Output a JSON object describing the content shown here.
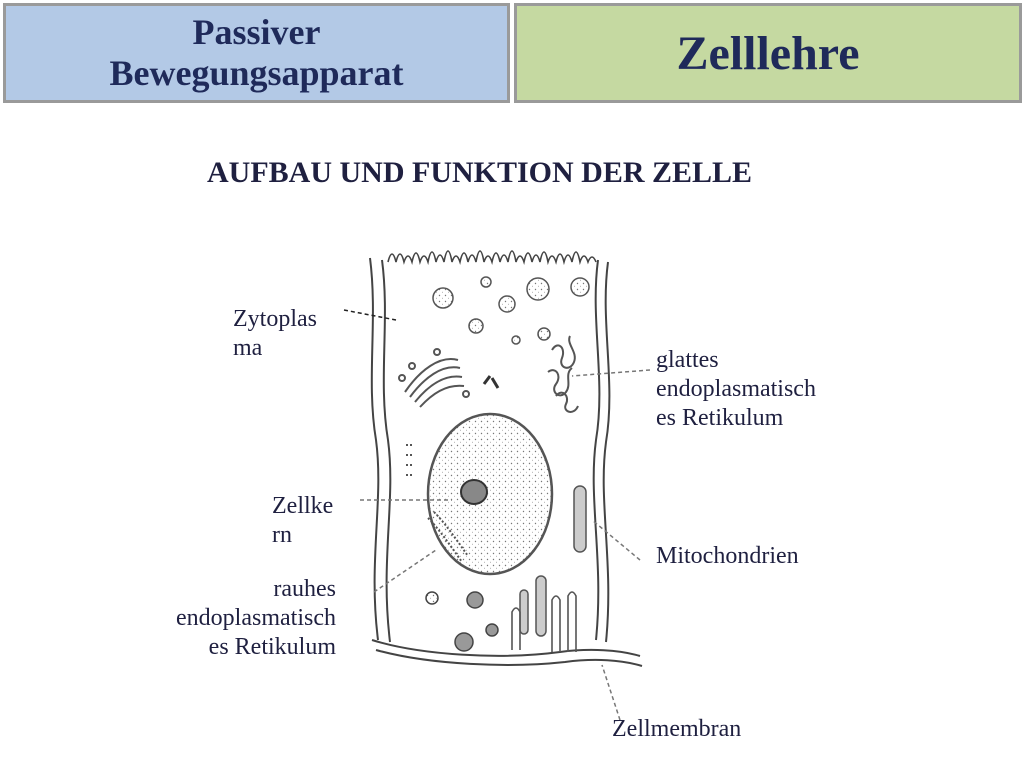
{
  "header": {
    "left_title": "Passiver\nBewegungsapparat",
    "right_title": "Zelllehre"
  },
  "subtitle": "AUFBAU UND FUNKTION DER ZELLE",
  "labels": {
    "zytoplasma": "Zytoplas\nma",
    "glattes_er": "glattes\nendoplasmatisch\nes Retikulum",
    "zellkern": "Zellke\nrn",
    "mitochondrien": "Mitochondrien",
    "rauhes_er": "rauhes\nendoplasmatisch\nes Retikulum",
    "zellmembran": "Zellmembran"
  },
  "colors": {
    "header_left_bg": "#b3c9e6",
    "header_right_bg": "#c5d9a1",
    "title_text": "#1f2a5a"
  }
}
